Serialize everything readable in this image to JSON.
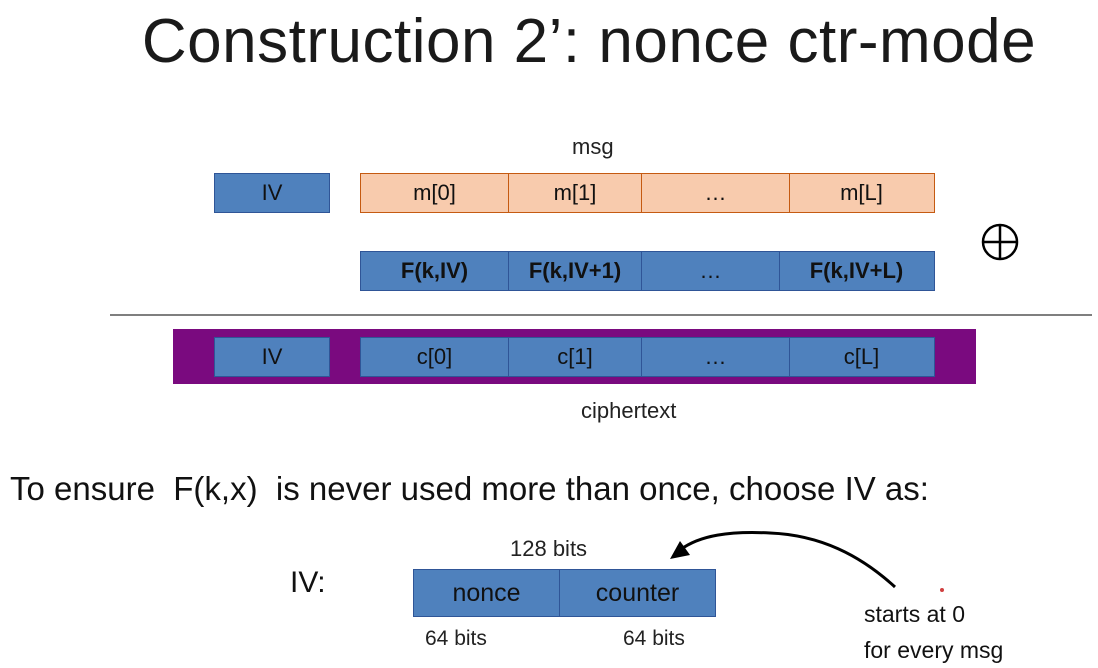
{
  "title": "Construction 2’:  nonce ctr-mode",
  "msg_label": "msg",
  "iv_top": "IV",
  "msg_cells": [
    "m[0]",
    "m[1]",
    "…",
    "m[L]"
  ],
  "f_cells": [
    "F(k,IV)",
    "F(k,IV+1)",
    "…",
    "F(k,IV+L)"
  ],
  "xor_symbol": "⊕",
  "iv_cipher": "IV",
  "cipher_cells": [
    "c[0]",
    "c[1]",
    "…",
    "c[L]"
  ],
  "ciphertext_label": "ciphertext",
  "ensure_text": "To ensure  F(k,x)  is never used more than once, choose IV as:",
  "iv_struct": {
    "iv_label": "IV:",
    "total_bits": "128 bits",
    "nonce": "nonce",
    "counter": "counter",
    "nonce_bits": "64 bits",
    "counter_bits": "64 bits",
    "note_line1": "starts at 0",
    "note_line2": "for every msg"
  }
}
